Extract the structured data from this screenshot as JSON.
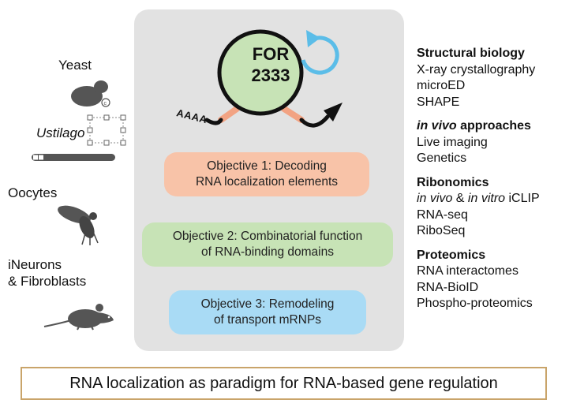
{
  "center": {
    "for_line1": "FOR",
    "for_line2": "2333",
    "poly_a": "AAAA",
    "objectives": [
      {
        "line1": "Objective 1: Decoding",
        "line2": "RNA localization elements"
      },
      {
        "line1": "Objective 2: Combinatorial function",
        "line2": "of RNA-binding domains"
      },
      {
        "line1": "Objective 3: Remodeling",
        "line2": "of transport mRNPs"
      }
    ]
  },
  "organisms": {
    "yeast": "Yeast",
    "ustilago": "Ustilago",
    "oocytes": "Oocytes",
    "ineurons_line1": "iNeurons",
    "ineurons_line2": "& Fibroblasts"
  },
  "methods": {
    "structural": {
      "heading": "Structural biology",
      "items": [
        "X-ray crystallography",
        "microED",
        "SHAPE"
      ]
    },
    "invivo": {
      "heading_italic": "in vivo",
      "heading_rest": " approaches",
      "items": [
        "Live imaging",
        "Genetics"
      ]
    },
    "ribonomics": {
      "heading": "Ribonomics",
      "clip_it1": "in vivo",
      "clip_mid": " & ",
      "clip_it2": "in vitro",
      "clip_end": " iCLIP",
      "items": [
        "RNA-seq",
        "RiboSeq"
      ]
    },
    "proteomics": {
      "heading": "Proteomics",
      "items": [
        "RNA interactomes",
        "RNA-BioID",
        "Phospho-proteomics"
      ]
    }
  },
  "footer": "RNA localization as paradigm for RNA-based gene regulation",
  "colors": {
    "panel": "#e2e2e2",
    "circle_fill": "#c7e3b6",
    "obj1": "#f8c3a8",
    "obj2": "#c7e3b6",
    "obj3": "#a9dbf5",
    "cycle_arrow": "#5bbde8",
    "footer_border": "#c9a46a",
    "linker": "#f2a383"
  },
  "icons": [
    "yeast-cell-icon",
    "ustilago-hypha-icon",
    "fly-icon",
    "mouse-icon",
    "cycle-arrow-icon",
    "mrna-icon"
  ]
}
